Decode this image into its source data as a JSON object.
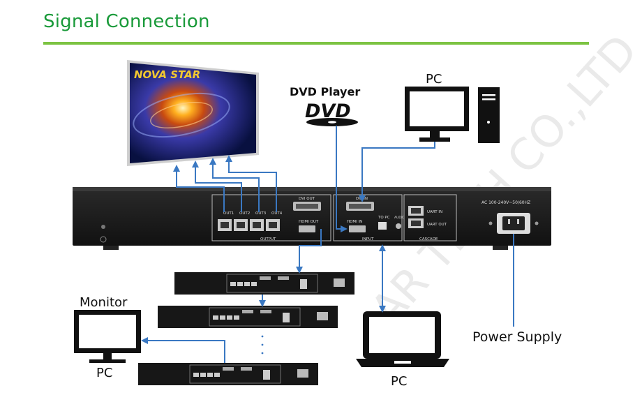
{
  "header": {
    "title": "Signal Connection"
  },
  "screen": {
    "brand": "NOVA STAR"
  },
  "dvd": {
    "label": "DVD Player",
    "logo": "DVD"
  },
  "pc_top": {
    "label": "PC"
  },
  "device": {
    "power_spec": "AC 100-240V~50/60HZ",
    "output_ports": [
      "OUT1",
      "OUT2",
      "OUT3",
      "OUT4"
    ],
    "dvi_out": "DVI OUT",
    "hdmi_out": "HDMI OUT",
    "output_group": "OUTPUT",
    "dvi_in": "DVI IN",
    "hdmi_in": "HDMI IN",
    "to_pc": "TO PC",
    "audio": "AUDIO",
    "input_group": "INPUT",
    "uart_in": "UART IN",
    "uart_out": "UART OUT",
    "cascade_group": "CASCADE"
  },
  "monitor": {
    "label": "Monitor"
  },
  "pc_left": {
    "label": "PC"
  },
  "laptop": {
    "label": "PC"
  },
  "power": {
    "label": "Power Supply"
  },
  "watermark": {
    "text": "AR TECH CO.,LTD"
  },
  "colors": {
    "title": "#1a9a3a",
    "rule": "#7cc342",
    "cable": "#3a78c2",
    "device": "#1c1c1c"
  }
}
